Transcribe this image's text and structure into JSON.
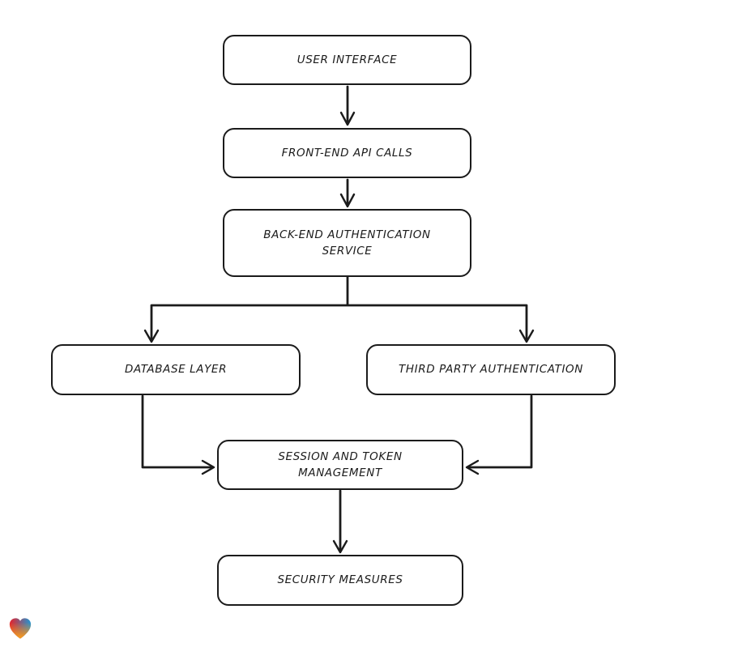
{
  "diagram": {
    "type": "flowchart",
    "colors": {
      "stroke": "#1b1b1b",
      "background": "#ffffff"
    },
    "nodes": [
      {
        "id": "user-interface",
        "label": "USER INTERFACE"
      },
      {
        "id": "front-end-api-calls",
        "label": "FRONT-END API CALLS"
      },
      {
        "id": "back-end-authentication-service",
        "label": "BACK-END AUTHENTICATION SERVICE"
      },
      {
        "id": "database-layer",
        "label": "DATABASE LAYER"
      },
      {
        "id": "third-party-authentication",
        "label": "THIRD PARTY AUTHENTICATION"
      },
      {
        "id": "session-and-token-management",
        "label": "SESSION AND TOKEN MANAGEMENT"
      },
      {
        "id": "security-measures",
        "label": "SECURITY MEASURES"
      }
    ],
    "edges": [
      {
        "from": "user-interface",
        "to": "front-end-api-calls"
      },
      {
        "from": "front-end-api-calls",
        "to": "back-end-authentication-service"
      },
      {
        "from": "back-end-authentication-service",
        "to": "database-layer"
      },
      {
        "from": "back-end-authentication-service",
        "to": "third-party-authentication"
      },
      {
        "from": "database-layer",
        "to": "session-and-token-management"
      },
      {
        "from": "third-party-authentication",
        "to": "session-and-token-management"
      },
      {
        "from": "session-and-token-management",
        "to": "security-measures"
      }
    ],
    "logo": {
      "name": "gradient-heart",
      "colors": {
        "red": "#e6212b",
        "blue": "#2196d3",
        "orange": "#f8991d"
      }
    }
  }
}
